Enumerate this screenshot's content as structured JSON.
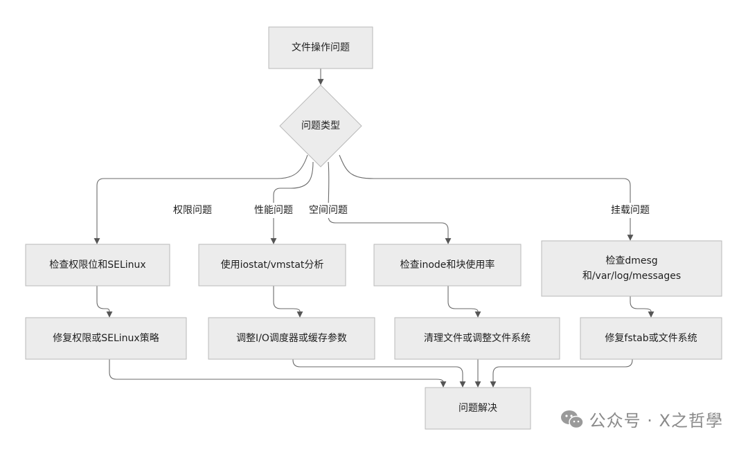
{
  "diagram": {
    "type": "flowchart",
    "nodes": [
      {
        "id": "start",
        "shape": "rect",
        "lines": [
          "文件操作问题"
        ]
      },
      {
        "id": "type",
        "shape": "diamond",
        "lines": [
          "问题类型"
        ]
      },
      {
        "id": "perm_check",
        "shape": "rect",
        "lines": [
          "检查权限位和SELinux"
        ]
      },
      {
        "id": "perf_check",
        "shape": "rect",
        "lines": [
          "使用iostat/vmstat分析"
        ]
      },
      {
        "id": "space_check",
        "shape": "rect",
        "lines": [
          "检查inode和块使用率"
        ]
      },
      {
        "id": "mount_check",
        "shape": "rect",
        "lines": [
          "检查dmesg",
          "和/var/log/messages"
        ]
      },
      {
        "id": "perm_fix",
        "shape": "rect",
        "lines": [
          "修复权限或SELinux策略"
        ]
      },
      {
        "id": "perf_fix",
        "shape": "rect",
        "lines": [
          "调整I/O调度器或缓存参数"
        ]
      },
      {
        "id": "space_fix",
        "shape": "rect",
        "lines": [
          "清理文件或调整文件系统"
        ]
      },
      {
        "id": "mount_fix",
        "shape": "rect",
        "lines": [
          "修复fstab或文件系统"
        ]
      },
      {
        "id": "resolved",
        "shape": "rect",
        "lines": [
          "问题解决"
        ]
      }
    ],
    "edges": [
      {
        "from": "start",
        "to": "type",
        "label": ""
      },
      {
        "from": "type",
        "to": "perm_check",
        "label": "权限问题"
      },
      {
        "from": "type",
        "to": "perf_check",
        "label": "性能问题"
      },
      {
        "from": "type",
        "to": "space_check",
        "label": "空间问题"
      },
      {
        "from": "type",
        "to": "mount_check",
        "label": "挂载问题"
      },
      {
        "from": "perm_check",
        "to": "perm_fix",
        "label": ""
      },
      {
        "from": "perf_check",
        "to": "perf_fix",
        "label": ""
      },
      {
        "from": "space_check",
        "to": "space_fix",
        "label": ""
      },
      {
        "from": "mount_check",
        "to": "mount_fix",
        "label": ""
      },
      {
        "from": "perm_fix",
        "to": "resolved",
        "label": ""
      },
      {
        "from": "perf_fix",
        "to": "resolved",
        "label": ""
      },
      {
        "from": "space_fix",
        "to": "resolved",
        "label": ""
      },
      {
        "from": "mount_fix",
        "to": "resolved",
        "label": ""
      }
    ]
  },
  "watermark": {
    "icon": "wechat-icon",
    "text": "公众号 · X之哲學"
  },
  "colors": {
    "node_fill": "#ececec",
    "node_stroke": "#b9b9b9",
    "edge": "#6a6a6a",
    "text": "#1e1e1e",
    "watermark": "#8a8a8a"
  }
}
